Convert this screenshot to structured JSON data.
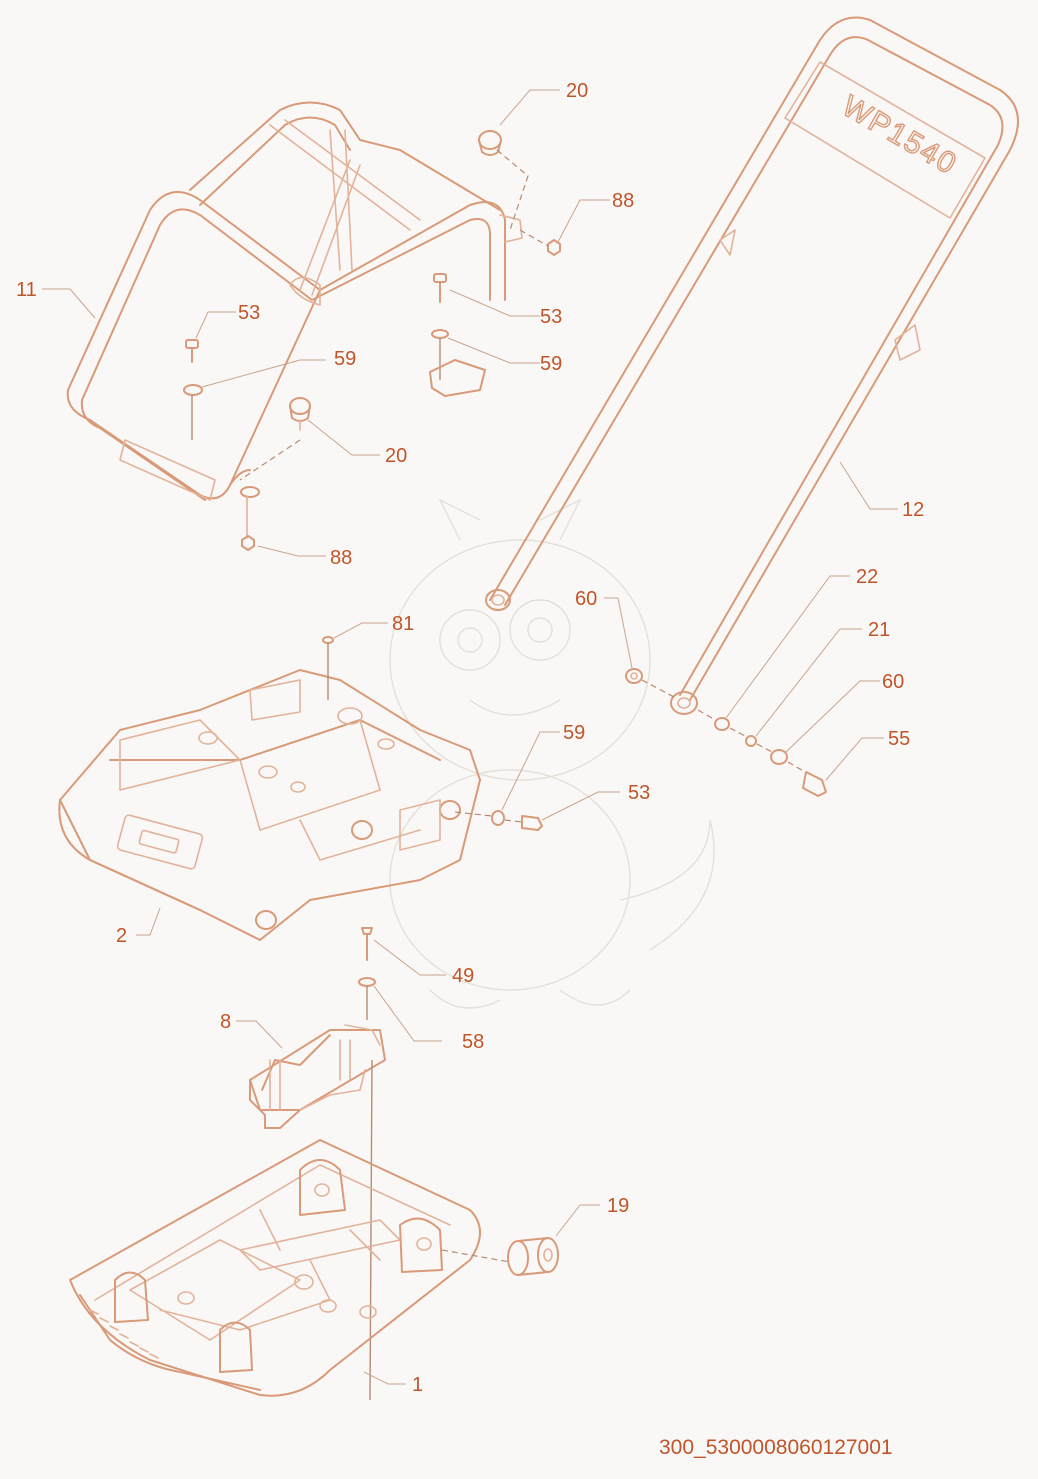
{
  "diagram": {
    "drawing_code": "300_5300008060127001",
    "brand_plate": "WP1540",
    "accent_color": "#c0552a",
    "line_color": "#e2b39a",
    "callouts": [
      {
        "id": "c11a",
        "label": "11"
      },
      {
        "id": "c20a",
        "label": "20"
      },
      {
        "id": "c88a",
        "label": "88"
      },
      {
        "id": "c53a",
        "label": "53"
      },
      {
        "id": "c53b",
        "label": "53"
      },
      {
        "id": "c59a",
        "label": "59"
      },
      {
        "id": "c59b",
        "label": "59"
      },
      {
        "id": "c20b",
        "label": "20"
      },
      {
        "id": "c88b",
        "label": "88"
      },
      {
        "id": "c12",
        "label": "12"
      },
      {
        "id": "c22",
        "label": "22"
      },
      {
        "id": "c21",
        "label": "21"
      },
      {
        "id": "c60a",
        "label": "60"
      },
      {
        "id": "c60b",
        "label": "60"
      },
      {
        "id": "c55",
        "label": "55"
      },
      {
        "id": "c81",
        "label": "81"
      },
      {
        "id": "c59c",
        "label": "59"
      },
      {
        "id": "c53c",
        "label": "53"
      },
      {
        "id": "c2",
        "label": "2"
      },
      {
        "id": "c49",
        "label": "49"
      },
      {
        "id": "c58",
        "label": "58"
      },
      {
        "id": "c8",
        "label": "8"
      },
      {
        "id": "c19",
        "label": "19"
      },
      {
        "id": "c1",
        "label": "1"
      }
    ]
  }
}
